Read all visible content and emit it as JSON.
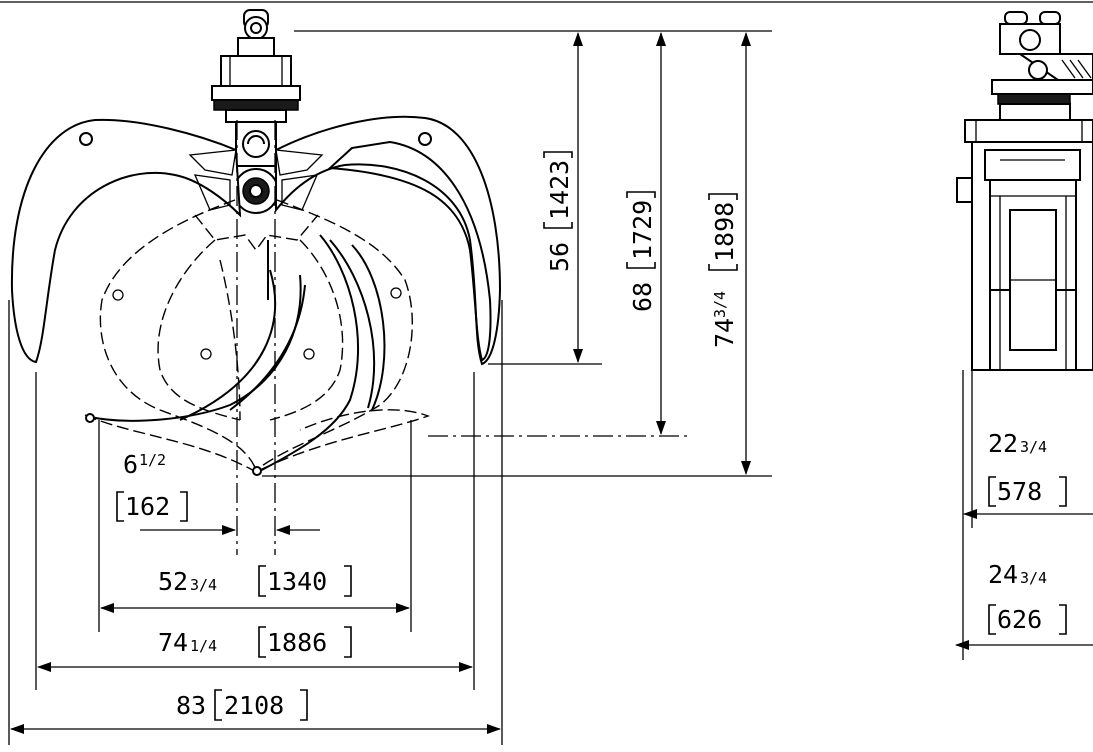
{
  "dimensions": {
    "tine_offset": {
      "whole": "6",
      "frac": "1/2",
      "metric": "162"
    },
    "closed_width": {
      "whole": "52",
      "frac": "3/4",
      "metric": "1340"
    },
    "open_width_tips": {
      "whole": "74",
      "frac": "1/4",
      "metric": "1886"
    },
    "open_width_max": {
      "value": "83",
      "metric": "2108"
    },
    "height_open": {
      "value": "56",
      "metric": "1423"
    },
    "height_mid": {
      "value": "68",
      "metric": "1729"
    },
    "height_closed": {
      "whole": "74",
      "frac": "3/4",
      "metric": "1898"
    },
    "side_inner_width": {
      "whole": "22",
      "frac": "3/4",
      "metric": "578"
    },
    "side_outer_width": {
      "whole": "24",
      "frac": "3/4",
      "metric": "626"
    }
  }
}
